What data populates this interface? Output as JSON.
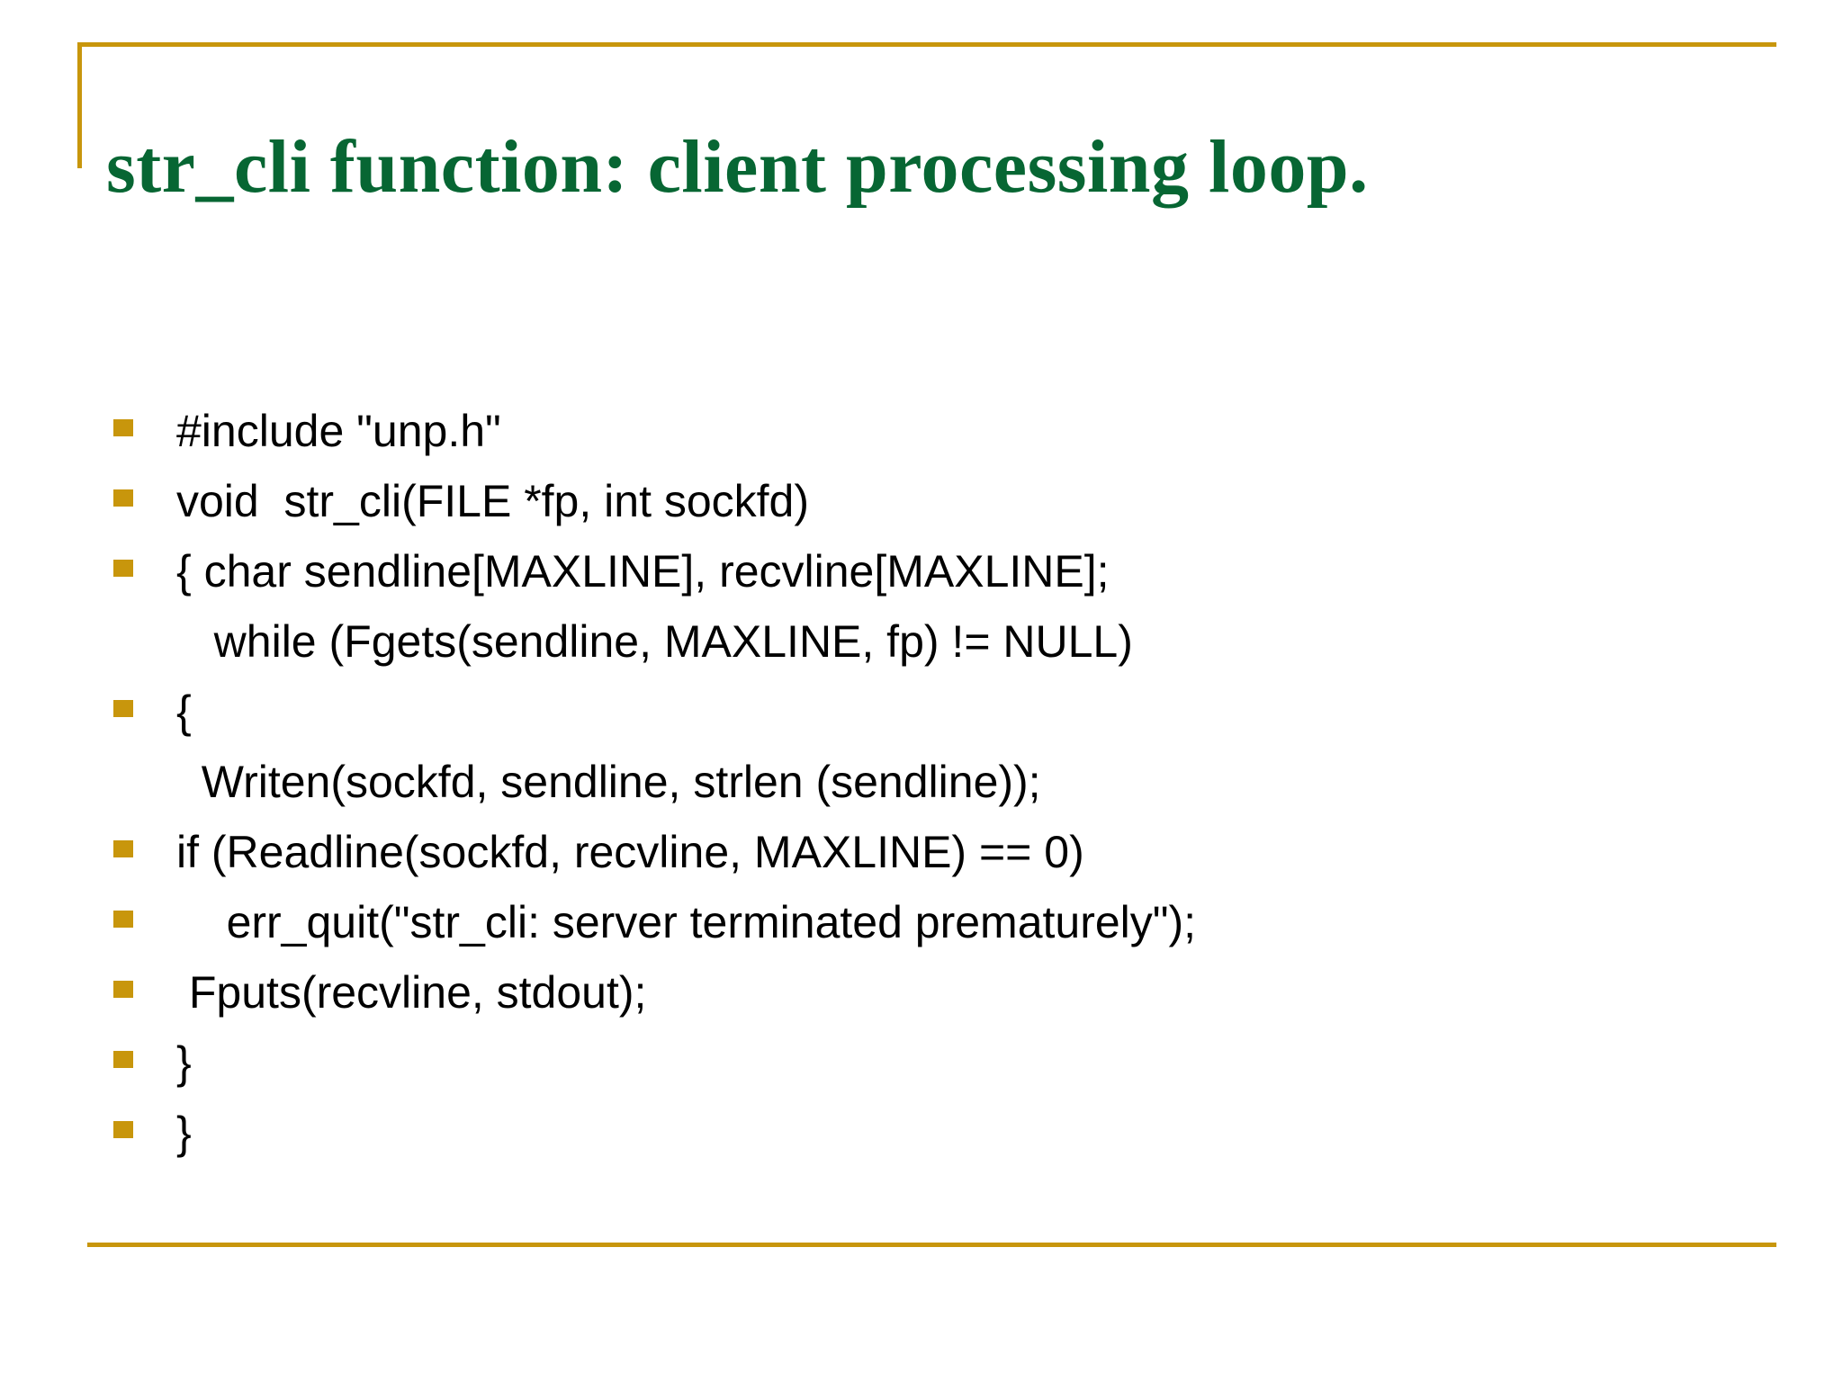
{
  "slide": {
    "title": "str_cli function: client processing loop.",
    "accent_color": "#C8960C",
    "title_color": "#076633",
    "body_color": "#000000",
    "background_color": "#FFFFFF",
    "bullet_glyph": "square",
    "lines": [
      {
        "bullet": true,
        "text": "#include \"unp.h\""
      },
      {
        "bullet": true,
        "text": "void  str_cli(FILE *fp, int sockfd)"
      },
      {
        "bullet": true,
        "text": "{ char sendline[MAXLINE], recvline[MAXLINE];"
      },
      {
        "bullet": false,
        "text": "   while (Fgets(sendline, MAXLINE, fp) != NULL)"
      },
      {
        "bullet": true,
        "text": "{"
      },
      {
        "bullet": false,
        "text": "  Writen(sockfd, sendline, strlen (sendline));"
      },
      {
        "bullet": true,
        "text": "if (Readline(sockfd, recvline, MAXLINE) == 0)"
      },
      {
        "bullet": true,
        "text": "    err_quit(\"str_cli: server terminated prematurely\");"
      },
      {
        "bullet": true,
        "text": " Fputs(recvline, stdout);"
      },
      {
        "bullet": true,
        "text": "}"
      },
      {
        "bullet": true,
        "text": "}"
      }
    ]
  }
}
